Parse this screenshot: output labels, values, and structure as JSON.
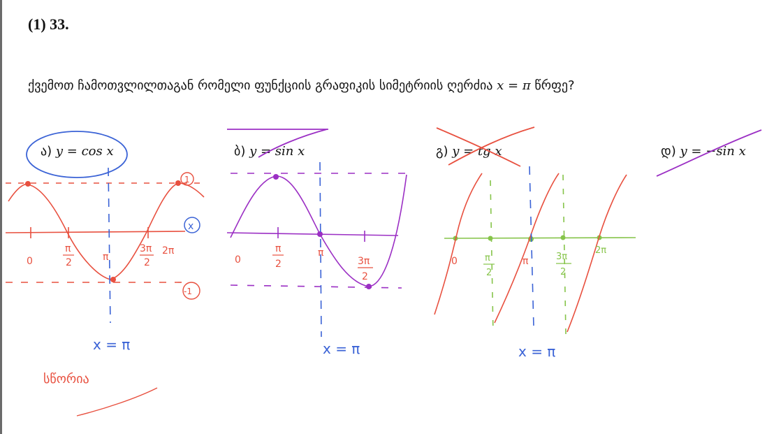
{
  "question": {
    "number": "(1) 33.",
    "text_prefix": "ქვემოთ ჩამოთვლილთაგან რომელი ფუნქციის გრაფიკის სიმეტრიის ღერძია ",
    "text_math": "x = π",
    "text_suffix": " წრფე?"
  },
  "options": [
    {
      "label": "ა)",
      "function": "y = cos x"
    },
    {
      "label": "ბ)",
      "function": "y = sin x"
    },
    {
      "label": "გ)",
      "function": "y = tg x"
    },
    {
      "label": "დ)",
      "function": "y = −sin x"
    }
  ],
  "annotations": {
    "graph_a": {
      "zero": "0",
      "pi_half_top": "π",
      "pi_half_bot": "2",
      "pi": "π",
      "three_pi_top": "3π",
      "three_pi_bot": "2",
      "two_pi": "2π",
      "one": "1",
      "x_axis": "x",
      "minus_one": "-1",
      "axis_eq": "x = π",
      "answer_word": "სწორია"
    },
    "graph_b": {
      "zero": "0",
      "pi_half_top": "π",
      "pi_half_bot": "2",
      "pi": "π",
      "three_pi_top": "3π",
      "three_pi_bot": "2",
      "axis_eq": "x = π"
    },
    "graph_c": {
      "zero": "0",
      "pi_half_top": "π",
      "pi_half_bot": "2",
      "pi": "π",
      "three_pi_top": "3π",
      "three_pi_bot": "2",
      "two_pi": "2π",
      "axis_eq": "x = π"
    }
  },
  "colors": {
    "red": "#e8503f",
    "blue": "#3b63d6",
    "purple": "#9b2fc4",
    "green": "#86c44a",
    "text": "#111111"
  }
}
